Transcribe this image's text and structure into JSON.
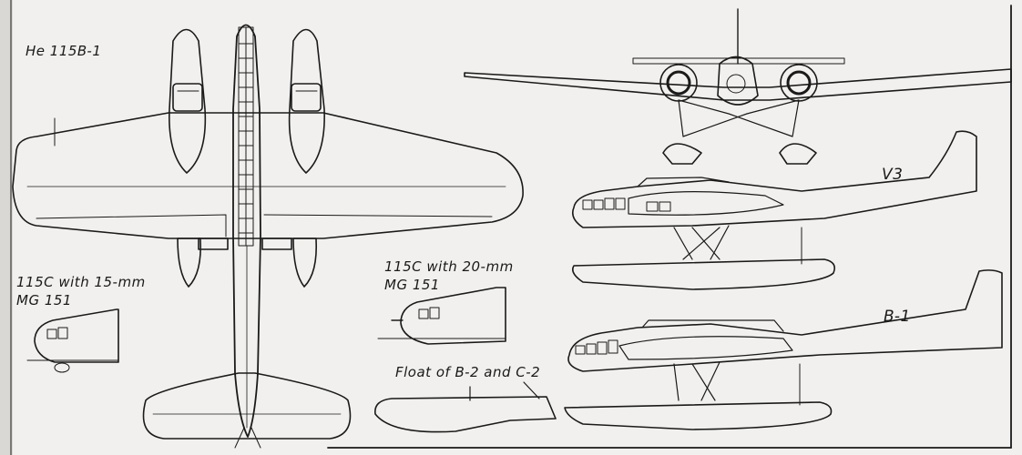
{
  "labels": {
    "he115b1": "He 115B-1",
    "c15mm_line1": "115C with 15-mm",
    "c15mm_line2": "MG 151",
    "c20mm_line1": "115C with 20-mm",
    "c20mm_line2": "MG 151",
    "float": "Float of B-2 and C-2",
    "v3": "V3",
    "b1": "B-1"
  },
  "colors": {
    "ink": "#1a1a1a",
    "paper": "#f1f0ee"
  }
}
